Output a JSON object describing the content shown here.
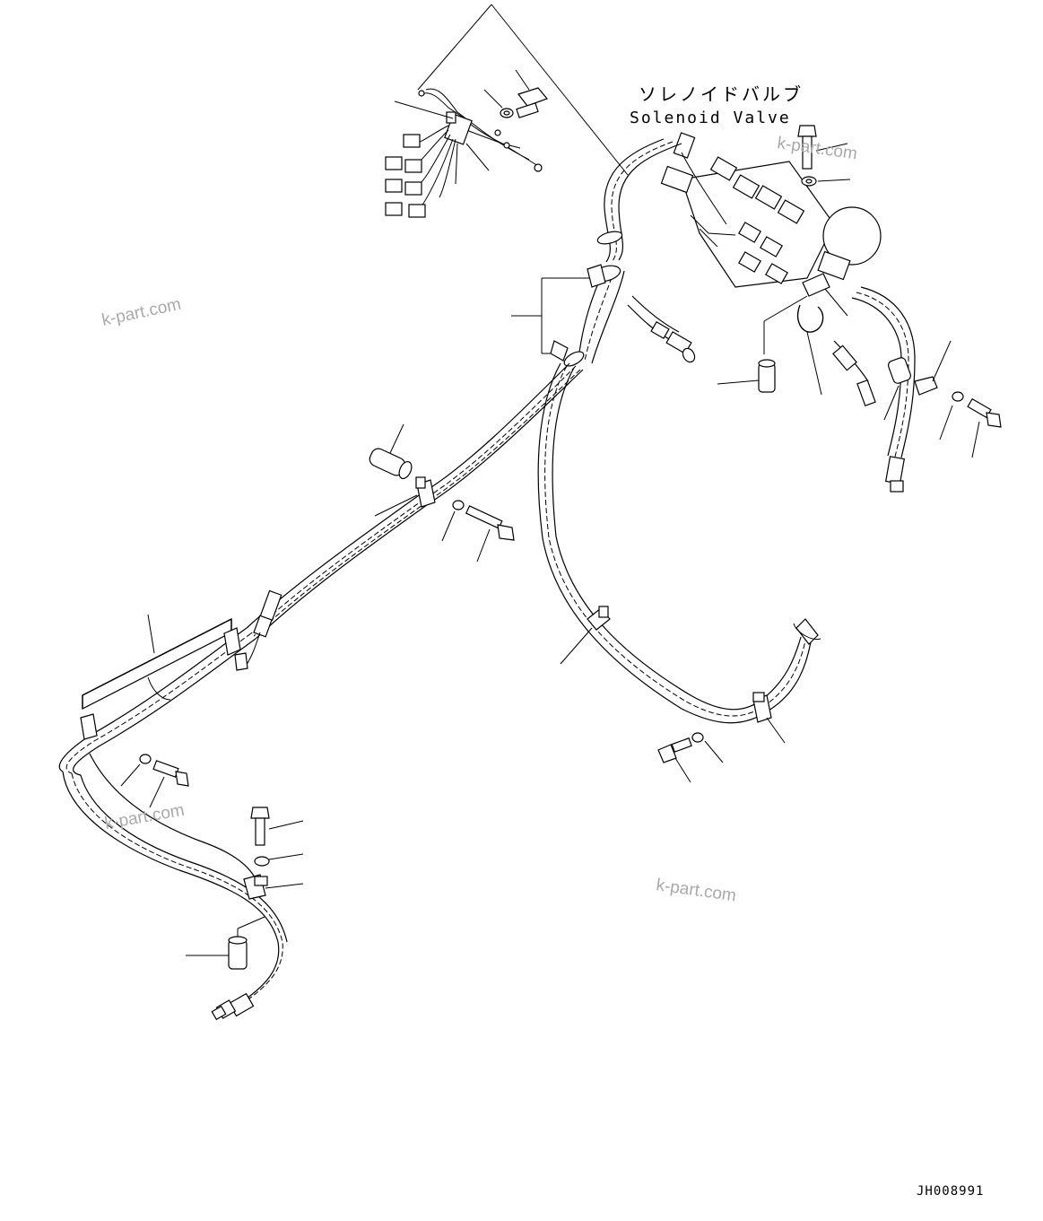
{
  "diagram": {
    "callout": {
      "japanese": "ソレノイドバルブ",
      "english": "Solenoid Valve"
    },
    "drawing_code": "JH008991",
    "watermarks": [
      "k-part.com",
      "k-part.com",
      "k-part.com",
      "k-part.com"
    ]
  },
  "icons": [
    "bolt-icon",
    "washer-icon",
    "spacer-icon",
    "clamp-icon",
    "hose-fitting-icon",
    "connector-icon",
    "accumulator-icon"
  ]
}
